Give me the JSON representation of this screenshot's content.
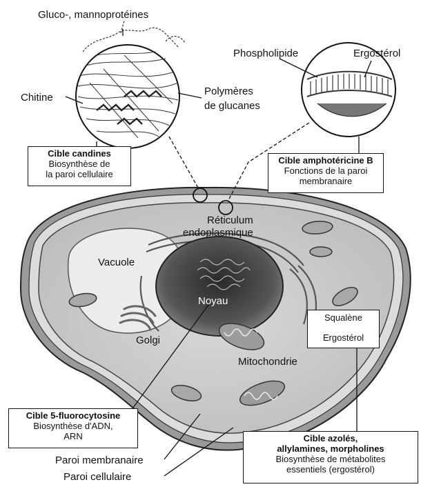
{
  "labels": {
    "gluco": "Gluco-, mannoprotéines",
    "chitine": "Chitine",
    "polymeres": "Polymères",
    "glucanes": "de glucanes",
    "phospholipide": "Phospholipide",
    "ergosterol_top": "Ergostérol",
    "reticulum_1": "Réticulum",
    "reticulum_2": "endoplasmique",
    "vacuole": "Vacuole",
    "noyau": "Noyau",
    "golgi": "Golgi",
    "mitochondrie": "Mitochondrie",
    "squalene": "Squalène",
    "ergosterol_box": "Ergostérol",
    "paroi_membranaire": "Paroi membranaire",
    "paroi_cellulaire": "Paroi cellulaire"
  },
  "targets": {
    "candines": {
      "title": "Cible candines",
      "line1": "Biosynthèse de",
      "line2": "la paroi cellulaire"
    },
    "amphotericine": {
      "title": "Cible amphotéricine B",
      "line1": "Fonctions de la paroi",
      "line2": "membranaire"
    },
    "fluorocytosine": {
      "title": "Cible 5-fluorocytosine",
      "line1": "Biosynthèse d'ADN,",
      "line2": "ARN"
    },
    "azoles": {
      "title1": "Cible azolés,",
      "title2": "allylamines, morpholines",
      "line1": "Biosynthèse de métabolites",
      "line2": "essentiels (ergostérol)"
    }
  }
}
